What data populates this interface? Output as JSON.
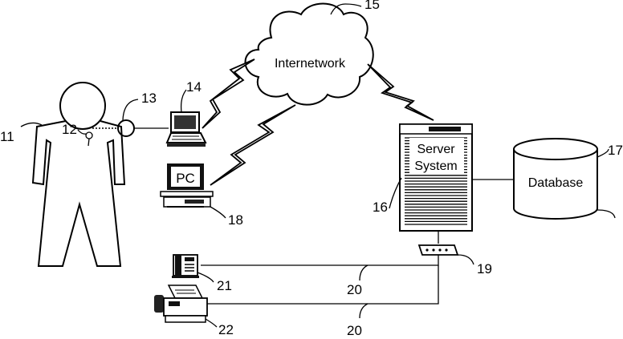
{
  "labels": {
    "internetwork": "Internetwork",
    "server_line1": "Server",
    "server_line2": "System",
    "database": "Database",
    "pc": "PC"
  },
  "refs": {
    "patient": "11",
    "implant": "12",
    "wand": "13",
    "laptop": "14",
    "internetwork": "15",
    "server": "16",
    "database": "17",
    "pc": "18",
    "modem": "19",
    "line_upper": "20",
    "line_lower": "20",
    "telephone": "21",
    "fax": "22"
  }
}
